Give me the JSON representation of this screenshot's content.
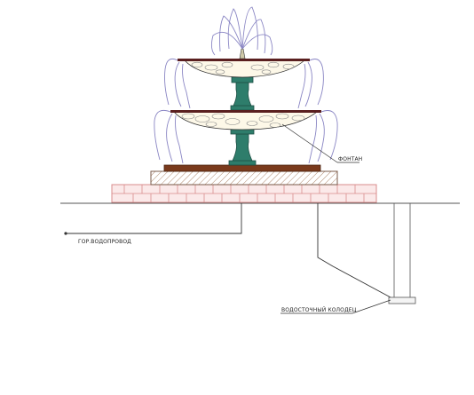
{
  "labels": {
    "fountain": "ФОНТАН",
    "water_supply": "ГОР.ВОДОПРОВОД",
    "drain_well": "ВОДОСТОЧНЫЙ КОЛОДЕЦ"
  },
  "colors": {
    "water_spray": "#8a86c4",
    "pedestal": "#2e7d6b",
    "bowl_rim": "#5a1f1f",
    "plinth": "#7a3a1c",
    "brick": "#d98c8c",
    "hatch": "#b08a70",
    "line": "#333333"
  }
}
